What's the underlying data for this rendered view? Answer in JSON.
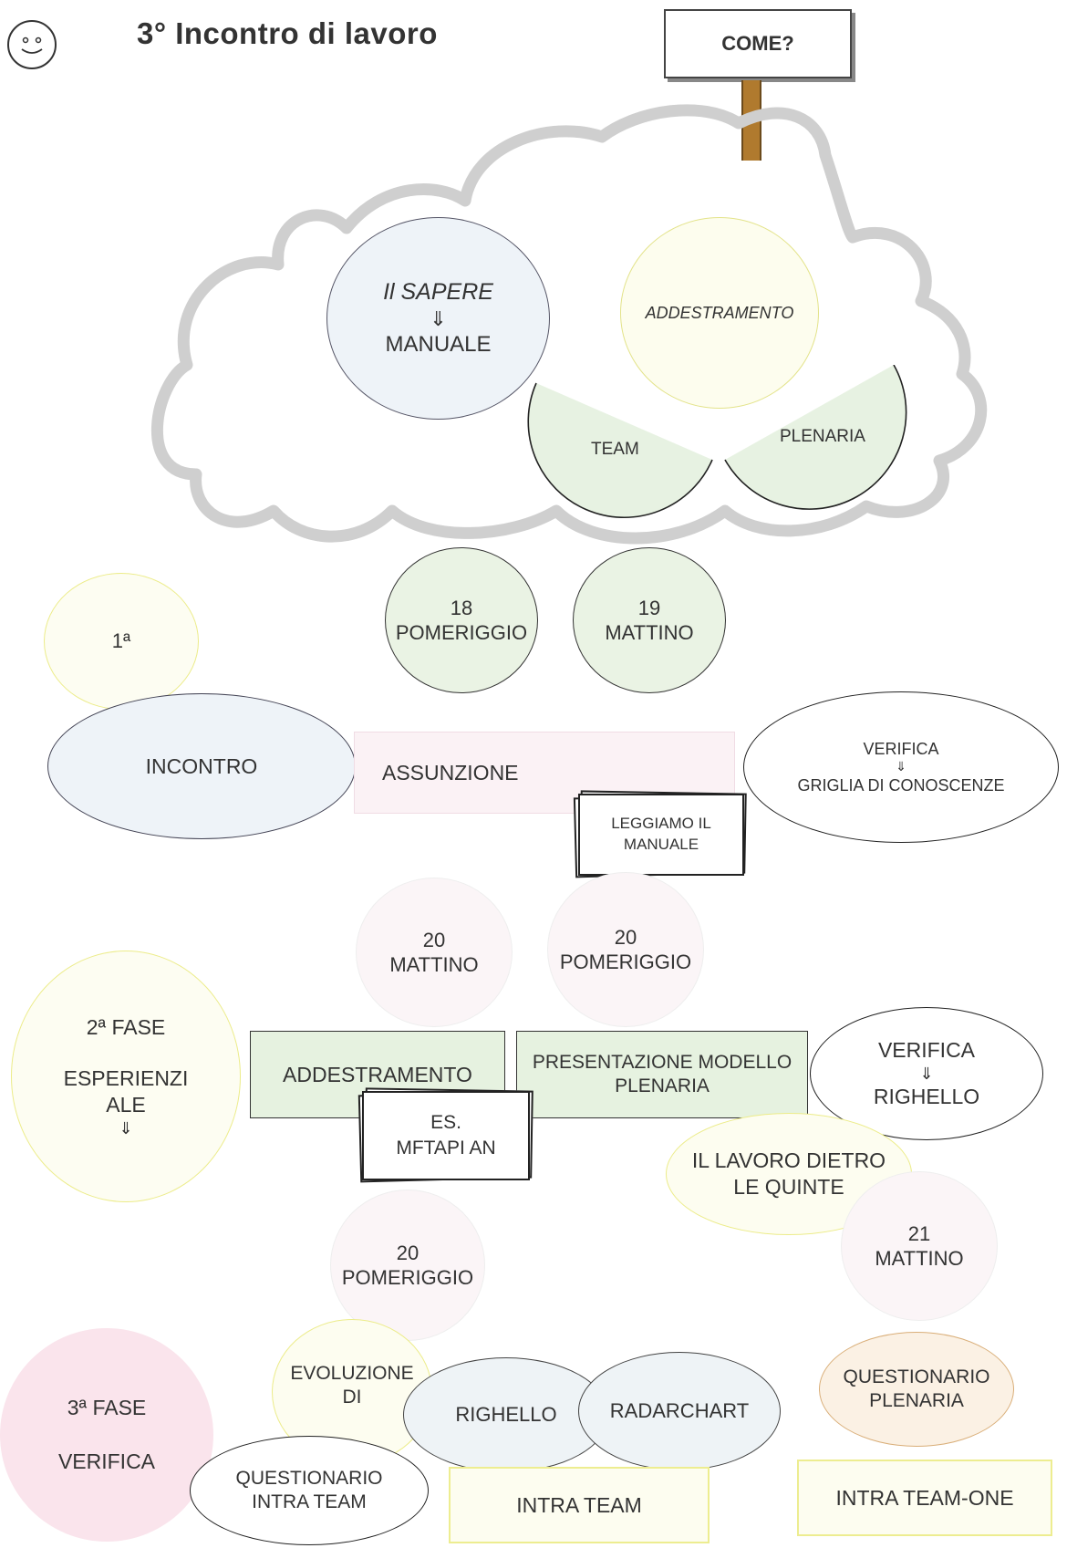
{
  "title": "3° Incontro di lavoro",
  "sign": "COME?",
  "cloud": {
    "il_sapere": "Il SAPERE",
    "il_sapere_arrow": "⇓",
    "manuale": "MANUALE",
    "addestramento": "ADDESTRAMENTO",
    "team": "TEAM",
    "plenaria": "PLENARIA"
  },
  "dates_top": [
    {
      "day": "18",
      "part": "POMERIGGIO"
    },
    {
      "day": "19",
      "part": "MATTINO"
    }
  ],
  "phase1": {
    "label": "1ª",
    "incontro": "INCONTRO",
    "assunzione": "ASSUNZIONE",
    "verifica_line1": "VERIFICA",
    "verifica_arrow": "⇓",
    "verifica_line2": "GRIGLIA DI CONOSCENZE",
    "leggiamo_line1": "LEGGIAMO IL",
    "leggiamo_line2": "MANUALE"
  },
  "dates_mid": [
    {
      "day": "20",
      "part": "MATTINO"
    },
    {
      "day": "20",
      "part": "POMERIGGIO"
    }
  ],
  "phase2": {
    "line1": "2ª FASE",
    "line2": "ESPERIENZI",
    "line3": "ALE",
    "arrow": "⇓",
    "addestramento": "ADDESTRAMENTO",
    "presentazione_line1": "PRESENTAZIONE MODELLO",
    "presentazione_line2": "PLENARIA",
    "verifica_line1": "VERIFICA",
    "verifica_arrow": "⇓",
    "verifica_line2": "RIGHELLO",
    "es_line1": "ES.",
    "es_line2": "MFTAPI AN",
    "lavoro_line1": "IL LAVORO DIETRO",
    "lavoro_line2": "LE QUINTE",
    "date_left_day": "20",
    "date_left_part": "POMERIGGIO",
    "date_right_day": "21",
    "date_right_part": "MATTINO"
  },
  "phase3": {
    "line1": "3ª FASE",
    "line2": "VERIFICA",
    "evoluzione_line1": "EVOLUZIONE",
    "evoluzione_line2": "DI",
    "righello": "RIGHELLO",
    "radarchart": "RADARCHART",
    "questionario_intra_line1": "QUESTIONARIO",
    "questionario_intra_line2": "INTRA TEAM",
    "intra_team": "INTRA TEAM",
    "questionario_plenaria_line1": "QUESTIONARIO",
    "questionario_plenaria_line2": "PLENARIA",
    "intra_team_one": "INTRA TEAM-ONE"
  }
}
